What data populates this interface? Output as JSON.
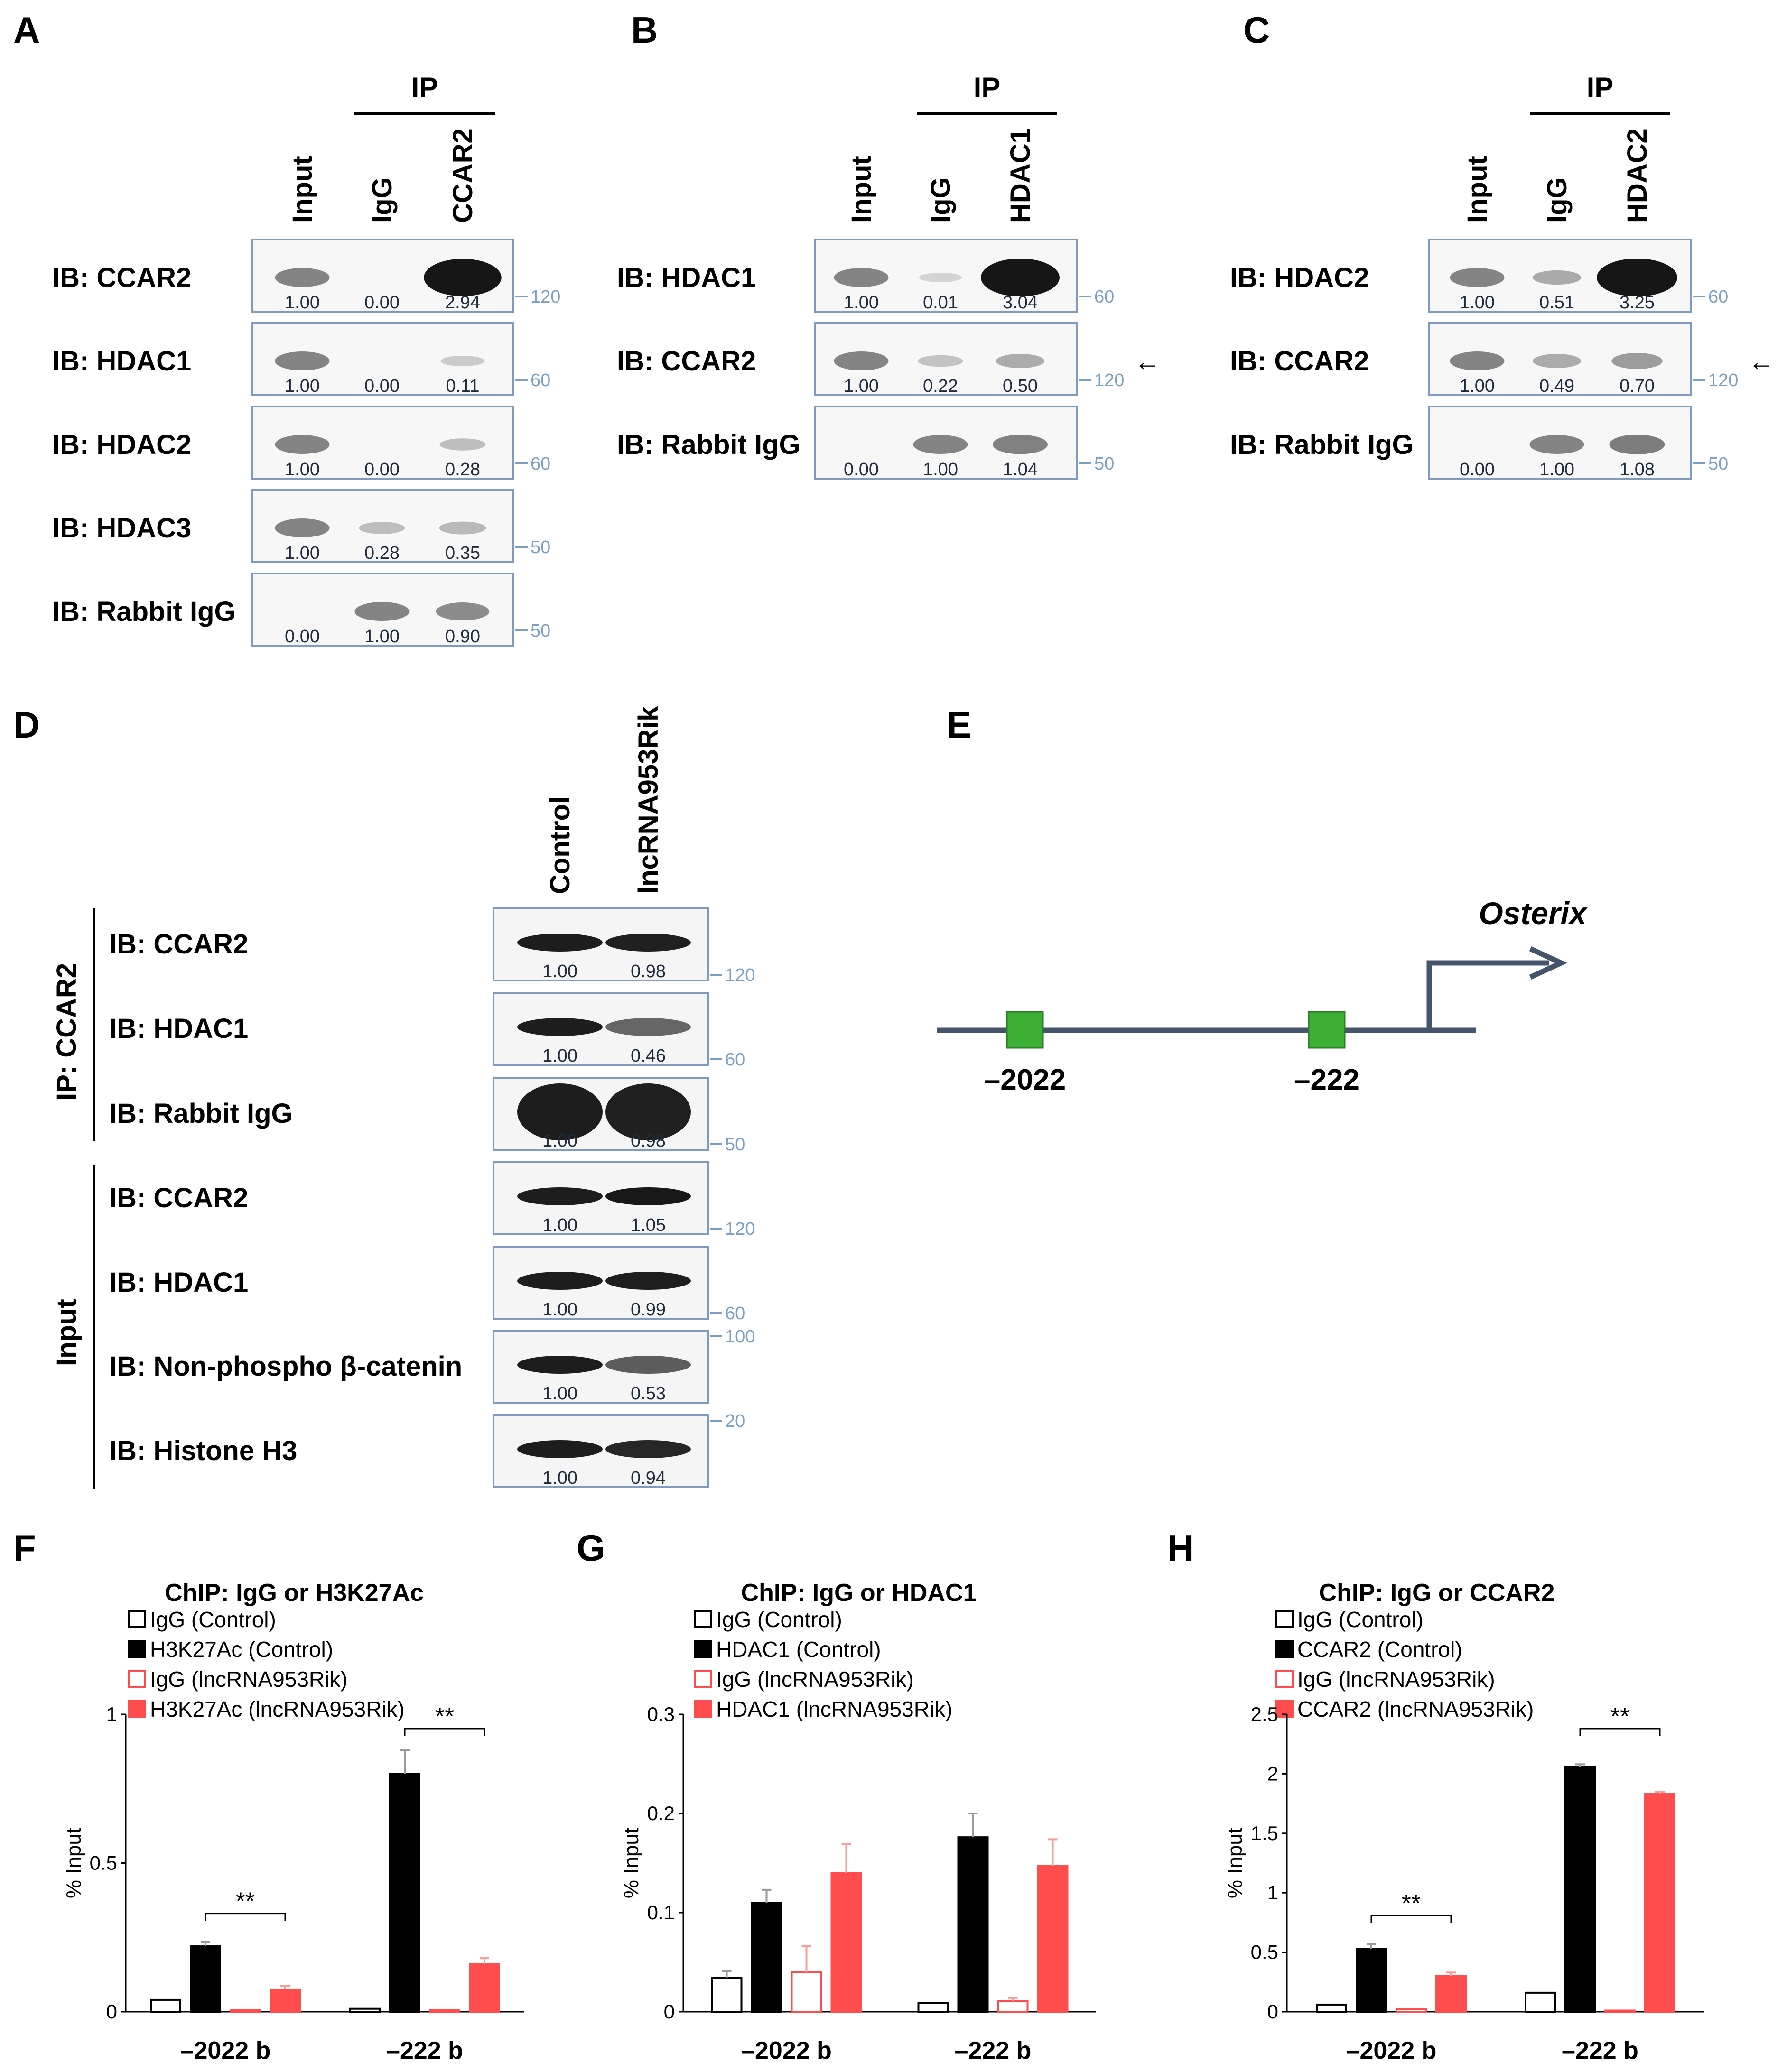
{
  "panels": {
    "A": {
      "letter": "A",
      "ip_label": "IP",
      "lanes": [
        "Input",
        "IgG",
        "CCAR2"
      ],
      "blots": [
        {
          "label": "IB: CCAR2",
          "values": [
            "1.00",
            "0.00",
            "2.94"
          ],
          "mw": "120"
        },
        {
          "label": "IB: HDAC1",
          "values": [
            "1.00",
            "0.00",
            "0.11"
          ],
          "mw": "60"
        },
        {
          "label": "IB: HDAC2",
          "values": [
            "1.00",
            "0.00",
            "0.28"
          ],
          "mw": "60"
        },
        {
          "label": "IB: HDAC3",
          "values": [
            "1.00",
            "0.28",
            "0.35"
          ],
          "mw": "50"
        },
        {
          "label": "IB: Rabbit IgG",
          "values": [
            "0.00",
            "1.00",
            "0.90"
          ],
          "mw": "50"
        }
      ]
    },
    "B": {
      "letter": "B",
      "ip_label": "IP",
      "lanes": [
        "Input",
        "IgG",
        "HDAC1"
      ],
      "blots": [
        {
          "label": "IB: HDAC1",
          "values": [
            "1.00",
            "0.01",
            "3.04"
          ],
          "mw": "60"
        },
        {
          "label": "IB: CCAR2",
          "values": [
            "1.00",
            "0.22",
            "0.50"
          ],
          "mw": "120",
          "arrow": "←"
        },
        {
          "label": "IB: Rabbit IgG",
          "values": [
            "0.00",
            "1.00",
            "1.04"
          ],
          "mw": "50"
        }
      ]
    },
    "C": {
      "letter": "C",
      "ip_label": "IP",
      "lanes": [
        "Input",
        "IgG",
        "HDAC2"
      ],
      "blots": [
        {
          "label": "IB: HDAC2",
          "values": [
            "1.00",
            "0.51",
            "3.25"
          ],
          "mw": "60"
        },
        {
          "label": "IB: CCAR2",
          "values": [
            "1.00",
            "0.49",
            "0.70"
          ],
          "mw": "120",
          "arrow": "←"
        },
        {
          "label": "IB: Rabbit IgG",
          "values": [
            "0.00",
            "1.00",
            "1.08"
          ],
          "mw": "50"
        }
      ]
    },
    "D": {
      "letter": "D",
      "lanes": [
        "Control",
        "lncRNA953Rik"
      ],
      "group_ip": "IP: CCAR2",
      "group_input": "Input",
      "blots": [
        {
          "label": "IB: CCAR2",
          "values": [
            "1.00",
            "0.98"
          ],
          "mw": "120"
        },
        {
          "label": "IB: HDAC1",
          "values": [
            "1.00",
            "0.46"
          ],
          "mw": "60"
        },
        {
          "label": "IB: Rabbit IgG",
          "values": [
            "1.00",
            "0.98"
          ],
          "mw": "50"
        },
        {
          "label": "IB: CCAR2",
          "values": [
            "1.00",
            "1.05"
          ],
          "mw": "120"
        },
        {
          "label": "IB: HDAC1",
          "values": [
            "1.00",
            "0.99"
          ],
          "mw": "60"
        },
        {
          "label": "IB: Non-phospho β-catenin",
          "values": [
            "1.00",
            "0.53"
          ],
          "mw": "100"
        },
        {
          "label": "IB: Histone H3",
          "values": [
            "1.00",
            "0.94"
          ],
          "mw": "20"
        }
      ]
    },
    "E": {
      "letter": "E",
      "gene": "Osterix",
      "sites": [
        "–2022",
        "–222"
      ],
      "colors": {
        "line": "#44546a",
        "site": "#3cb034"
      }
    }
  },
  "charts": {
    "F": {
      "letter": "F"
    },
    "G": {
      "letter": "G"
    },
    "H": {
      "letter": "H"
    }
  },
  "chart_data": [
    {
      "type": "bar",
      "title": "ChIP: IgG or H3K27Ac",
      "ylabel": "% Input",
      "categories": [
        "–2022 b",
        "–222 b"
      ],
      "ylim": [
        0,
        1
      ],
      "yticks": [
        "0",
        "0.5",
        "1"
      ],
      "series": [
        {
          "name": "IgG (Control)",
          "values": [
            0.04,
            0.01
          ],
          "errors": [
            0.0,
            0.0
          ],
          "fill": "#ffffff",
          "stroke": "#000000"
        },
        {
          "name": "H3K27Ac (Control)",
          "values": [
            0.22,
            0.8
          ],
          "errors": [
            0.015,
            0.08
          ],
          "fill": "#000000",
          "stroke": "#000000"
        },
        {
          "name": "IgG (lncRNA953Rik)",
          "values": [
            0.005,
            0.005
          ],
          "errors": [
            0.0,
            0.0
          ],
          "fill": "#ffffff",
          "stroke": "#ff4d4d"
        },
        {
          "name": "H3K27Ac (lncRNA953Rik)",
          "values": [
            0.075,
            0.16
          ],
          "errors": [
            0.012,
            0.02
          ],
          "fill": "#ff4d4d",
          "stroke": "#ff4d4d"
        }
      ],
      "significance": [
        {
          "category": 0,
          "label": "**"
        },
        {
          "category": 1,
          "label": "**"
        }
      ],
      "legend": "top-left"
    },
    {
      "type": "bar",
      "title": "ChIP: IgG or HDAC1",
      "ylabel": "% Input",
      "categories": [
        "–2022 b",
        "–222 b"
      ],
      "ylim": [
        0,
        0.3
      ],
      "yticks": [
        "0",
        "0.1",
        "0.2",
        "0.3"
      ],
      "series": [
        {
          "name": "IgG (Control)",
          "values": [
            0.034,
            0.009
          ],
          "errors": [
            0.007,
            0.0
          ],
          "fill": "#ffffff",
          "stroke": "#000000"
        },
        {
          "name": "HDAC1 (Control)",
          "values": [
            0.11,
            0.176
          ],
          "errors": [
            0.013,
            0.024
          ],
          "fill": "#000000",
          "stroke": "#000000"
        },
        {
          "name": "IgG (lncRNA953Rik)",
          "values": [
            0.04,
            0.011
          ],
          "errors": [
            0.026,
            0.003
          ],
          "fill": "#ffffff",
          "stroke": "#ff4d4d"
        },
        {
          "name": "HDAC1 (lncRNA953Rik)",
          "values": [
            0.14,
            0.147
          ],
          "errors": [
            0.029,
            0.027
          ],
          "fill": "#ff4d4d",
          "stroke": "#ff4d4d"
        }
      ],
      "significance": [],
      "legend": "top-left"
    },
    {
      "type": "bar",
      "title": "ChIP: IgG or CCAR2",
      "ylabel": "% Input",
      "categories": [
        "–2022 b",
        "–222 b"
      ],
      "ylim": [
        0,
        2.5
      ],
      "yticks": [
        "0",
        "0.5",
        "1",
        "1.5",
        "2",
        "2.5"
      ],
      "series": [
        {
          "name": "IgG (Control)",
          "values": [
            0.06,
            0.16
          ],
          "errors": [
            0.0,
            0.0
          ],
          "fill": "#ffffff",
          "stroke": "#000000"
        },
        {
          "name": "CCAR2 (Control)",
          "values": [
            0.53,
            2.06
          ],
          "errors": [
            0.04,
            0.02
          ],
          "fill": "#000000",
          "stroke": "#000000"
        },
        {
          "name": "IgG (lncRNA953Rik)",
          "values": [
            0.02,
            0.01
          ],
          "errors": [
            0.0,
            0.0
          ],
          "fill": "#ffffff",
          "stroke": "#ff4d4d"
        },
        {
          "name": "CCAR2 (lncRNA953Rik)",
          "values": [
            0.3,
            1.83
          ],
          "errors": [
            0.03,
            0.02
          ],
          "fill": "#ff4d4d",
          "stroke": "#ff4d4d"
        }
      ],
      "significance": [
        {
          "category": 0,
          "label": "**"
        },
        {
          "category": 1,
          "label": "**"
        }
      ],
      "legend": "top-left"
    }
  ]
}
